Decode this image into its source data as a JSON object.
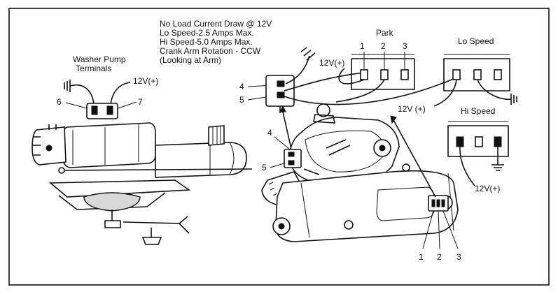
{
  "specs": {
    "line1": "No Load Current Draw @ 12V",
    "line2": "Lo Speed-2.5 Amps Max.",
    "line3": "Hi Speed-5.0 Amps Max.",
    "line4": "Crank Arm Rotation - CCW",
    "line5": "(Looking at Arm)"
  },
  "washer": {
    "title1": "Washer Pump",
    "title2": "Terminals",
    "voltage": "12V(+)",
    "terminal_6": "6",
    "terminal_7": "7"
  },
  "motor_connector": {
    "terminal_4": "4",
    "terminal_5": "5",
    "inner_4": "4",
    "inner_5": "5"
  },
  "park": {
    "title": "Park",
    "voltage": "12V(+)",
    "terminal_1": "1",
    "terminal_2": "2",
    "terminal_3": "3"
  },
  "lo_speed": {
    "title": "Lo Speed",
    "voltage": "12V (+)"
  },
  "hi_speed": {
    "title": "Hi Speed",
    "voltage": "12V(+)"
  },
  "bottom_connector": {
    "terminal_1": "1",
    "terminal_2": "2",
    "terminal_3": "3"
  }
}
